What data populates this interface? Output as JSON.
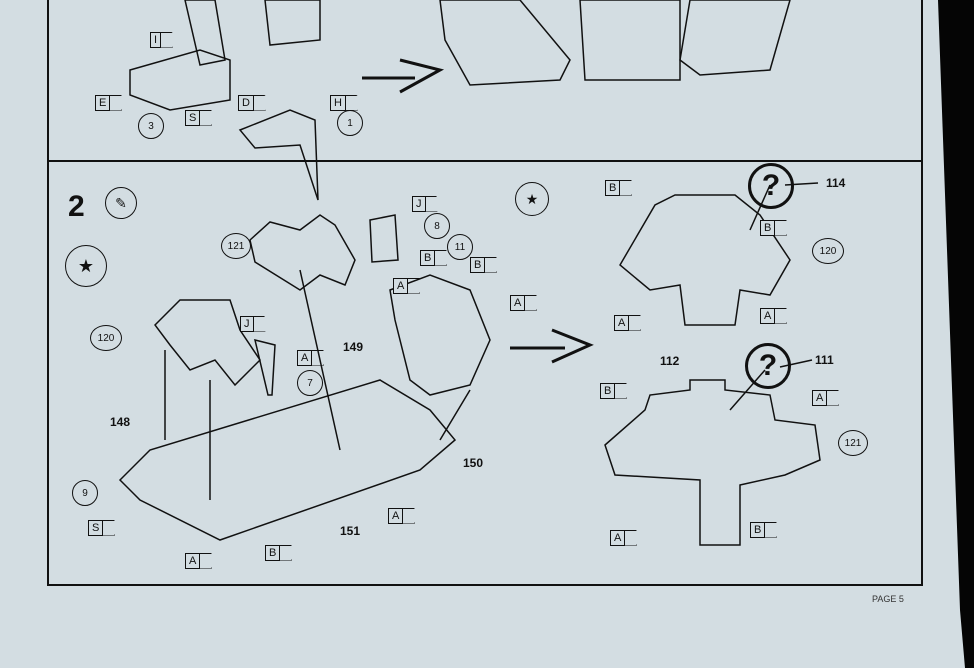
{
  "step_number": "2",
  "page_label": "PAGE 5",
  "top_section": {
    "flags": [
      "I",
      "E",
      "S",
      "D",
      "H"
    ],
    "parts": [
      "3",
      "1"
    ]
  },
  "step2": {
    "parts": [
      "121",
      "8",
      "11",
      "120",
      "7",
      "149",
      "148",
      "9",
      "151",
      "150"
    ],
    "flags": {
      "J1": "J",
      "A1": "A",
      "B1": "B",
      "B2": "B",
      "A2": "A",
      "J2": "J",
      "A3": "A",
      "S": "S",
      "A4": "A",
      "B3": "B",
      "A5": "A"
    }
  },
  "panel_top": {
    "part": "114",
    "part_circle": "120",
    "flags": [
      "B",
      "B",
      "A",
      "A"
    ],
    "unknown_color": "?"
  },
  "panel_bottom": {
    "part": "111",
    "part_label": "112",
    "part_circle": "121",
    "flags": [
      "B",
      "A",
      "A",
      "B"
    ],
    "unknown_color": "?"
  }
}
